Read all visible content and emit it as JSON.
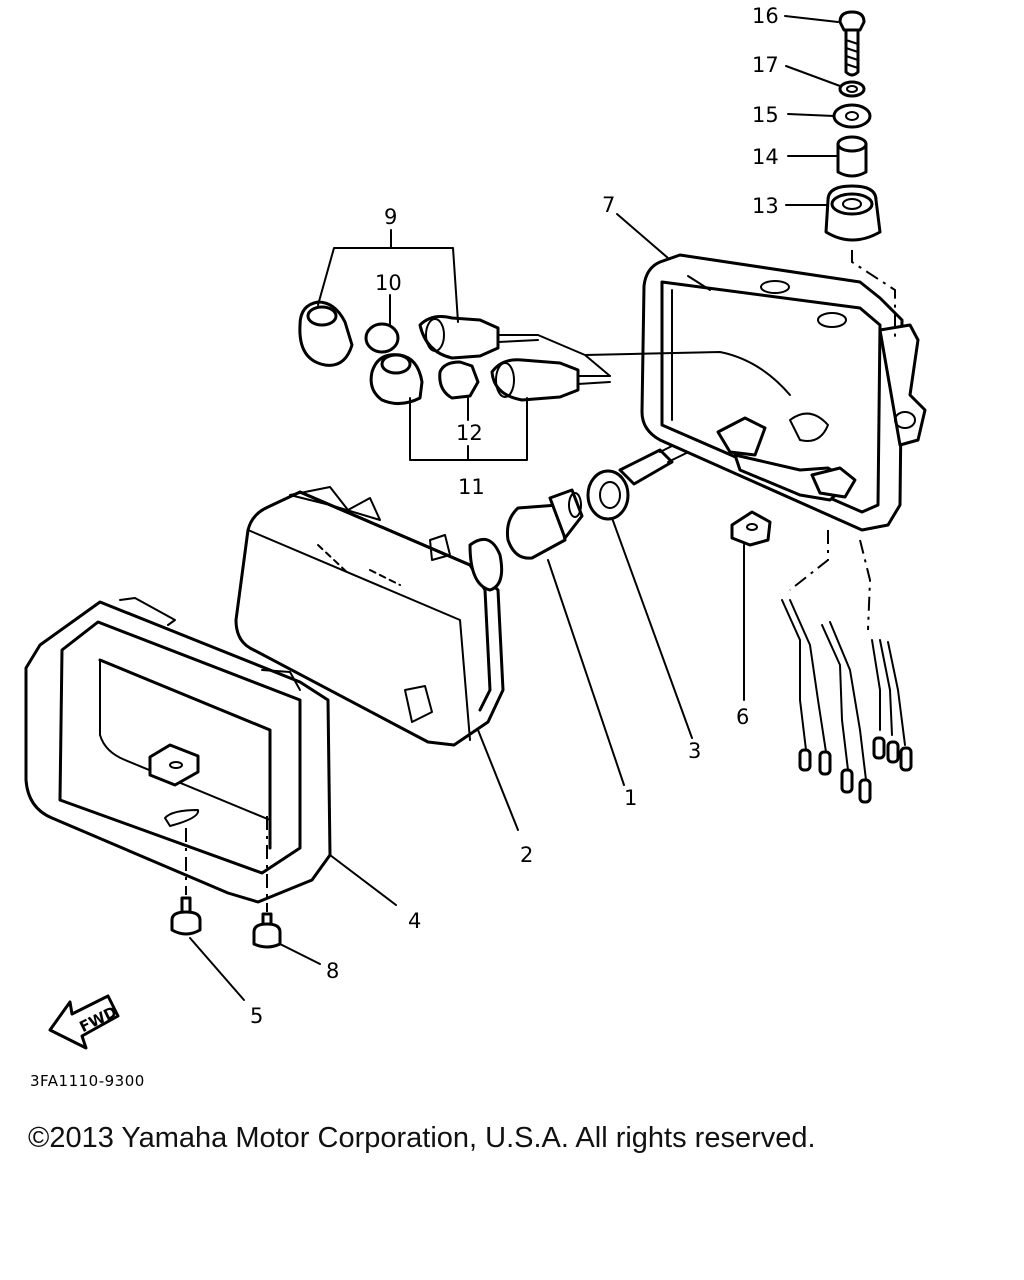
{
  "diagram": {
    "callouts": {
      "p1": "1",
      "p2": "2",
      "p3": "3",
      "p4": "4",
      "p5": "5",
      "p6": "6",
      "p7": "7",
      "p8": "8",
      "p9": "9",
      "p10": "10",
      "p11": "11",
      "p12": "12",
      "p13": "13",
      "p14": "14",
      "p15": "15",
      "p16": "16",
      "p17": "17"
    },
    "direction_label": "FWD",
    "drawing_code": "3FA1110-9300"
  },
  "copyright": "©2013 Yamaha Motor Corporation, U.S.A. All rights reserved."
}
